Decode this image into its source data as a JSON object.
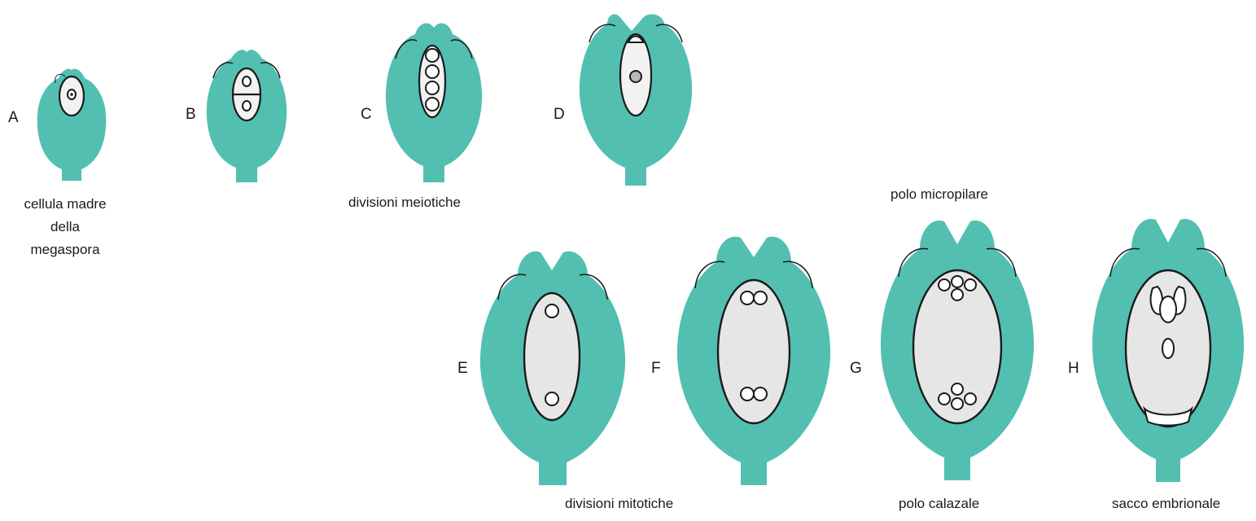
{
  "colors": {
    "tissue": "#52bfb1",
    "outline": "#1a1a1a",
    "sac": "#e6e6e6",
    "ghost_text": "#b8b8b8"
  },
  "background_text": {
    "heading_fragment": "",
    "lines": []
  },
  "stages": [
    {
      "letter": "A"
    },
    {
      "letter": "B"
    },
    {
      "letter": "C"
    },
    {
      "letter": "D"
    },
    {
      "letter": "E"
    },
    {
      "letter": "F"
    },
    {
      "letter": "G"
    },
    {
      "letter": "H"
    }
  ],
  "captions": {
    "cellula_madre": [
      "cellula madre",
      "della",
      "megaspora"
    ],
    "divisioni_meiotiche": "divisioni meiotiche",
    "divisioni_mitotiche": "divisioni mitotiche",
    "polo_micropilare": "polo micropilare",
    "polo_calazale": "polo calazale",
    "sacco_embrionale": "sacco embrionale"
  }
}
